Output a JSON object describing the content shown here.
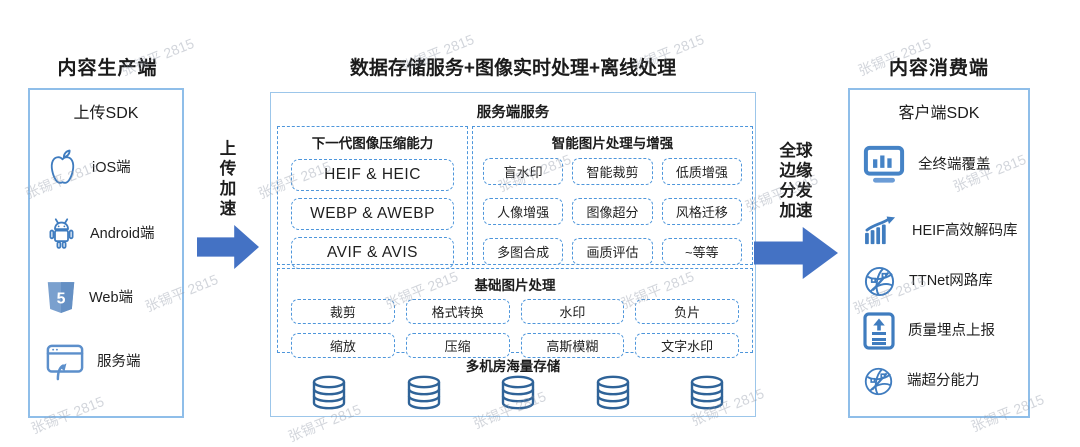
{
  "watermark": {
    "text": "张锡平 2815"
  },
  "colors": {
    "arrow_blue": "#4472C4",
    "panel_border": "#8FBEE9",
    "dashed_blue": "#4E96DB",
    "icon_blue": "#3F7CBF",
    "icon_steel": "#5C8FCB",
    "database_blue": "#2F6398",
    "text": "#1F1F1F"
  },
  "producer": {
    "title": "内容生产端",
    "panel_header": "上传SDK",
    "items": [
      {
        "icon": "apple-icon",
        "label": "iOS端"
      },
      {
        "icon": "android-icon",
        "label": "Android端"
      },
      {
        "icon": "html5-icon",
        "label": "Web端"
      },
      {
        "icon": "server-window-icon",
        "label": "服务端"
      }
    ]
  },
  "upload_arrow": {
    "label": "上传加速"
  },
  "server": {
    "title": "数据存储服务+图像实时处理+离线处理",
    "panel_header": "服务端服务",
    "codec_section": {
      "title": "下一代图像压缩能力",
      "items": [
        "HEIF & HEIC",
        "WEBP & AWEBP",
        "AVIF & AVIS"
      ]
    },
    "smart_section": {
      "title": "智能图片处理与增强",
      "items": [
        "盲水印",
        "智能裁剪",
        "低质增强",
        "人像增强",
        "图像超分",
        "风格迁移",
        "多图合成",
        "画质评估",
        "~等等"
      ]
    },
    "basic_section": {
      "title": "基础图片处理",
      "items": [
        "裁剪",
        "格式转换",
        "水印",
        "负片",
        "缩放",
        "压缩",
        "高斯模糊",
        "文字水印"
      ]
    },
    "storage": {
      "title": "多机房海量存储",
      "db_count": 5,
      "db_icon": "database-icon"
    }
  },
  "cdn_arrow": {
    "label": "全球边缘分发加速"
  },
  "consumer": {
    "title": "内容消费端",
    "panel_header": "客户端SDK",
    "items": [
      {
        "icon": "monitor-chart-icon",
        "label": "全终端覆盖"
      },
      {
        "icon": "growth-chart-icon",
        "label": "HEIF高效解码库"
      },
      {
        "icon": "globe-network-icon",
        "label": "TTNet网路库"
      },
      {
        "icon": "upload-report-icon",
        "label": "质量埋点上报"
      },
      {
        "icon": "globe-network-icon",
        "label": "端超分能力"
      }
    ]
  }
}
